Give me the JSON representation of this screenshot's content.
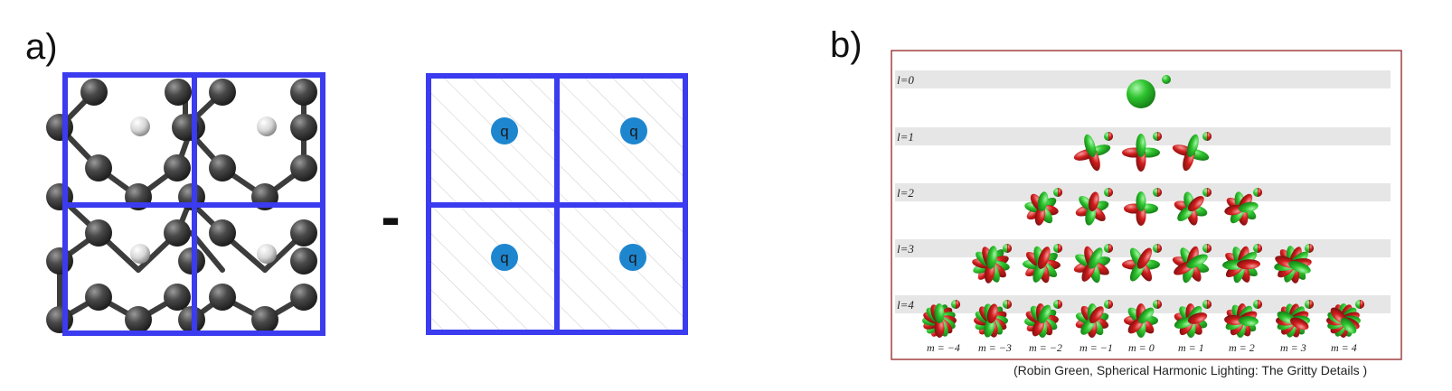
{
  "panels": {
    "a_label": "a)",
    "b_label": "b)"
  },
  "panel_a": {
    "operator": "-",
    "charge_label": "q",
    "charges": [
      "q",
      "q",
      "q",
      "q"
    ],
    "colors": {
      "cell_border": "#3b3bf0",
      "atom": "#3c3c3c",
      "defect_atom": "#d9d9d9",
      "charge": "#1e86cf"
    }
  },
  "panel_b": {
    "levels": [
      "l=0",
      "l=1",
      "l=2",
      "l=3",
      "l=4"
    ],
    "m_labels": [
      "m = −4",
      "m = −3",
      "m = −2",
      "m = −1",
      "m = 0",
      "m = 1",
      "m = 2",
      "m = 3",
      "m = 4"
    ],
    "credit": "(Robin Green, Spherical Harmonic Lighting: The Gritty Details )",
    "colors": {
      "frame": "#a14040",
      "band": "#e6e6e6",
      "positive_lobe": "#29c229",
      "negative_lobe": "#d01c1c"
    }
  }
}
